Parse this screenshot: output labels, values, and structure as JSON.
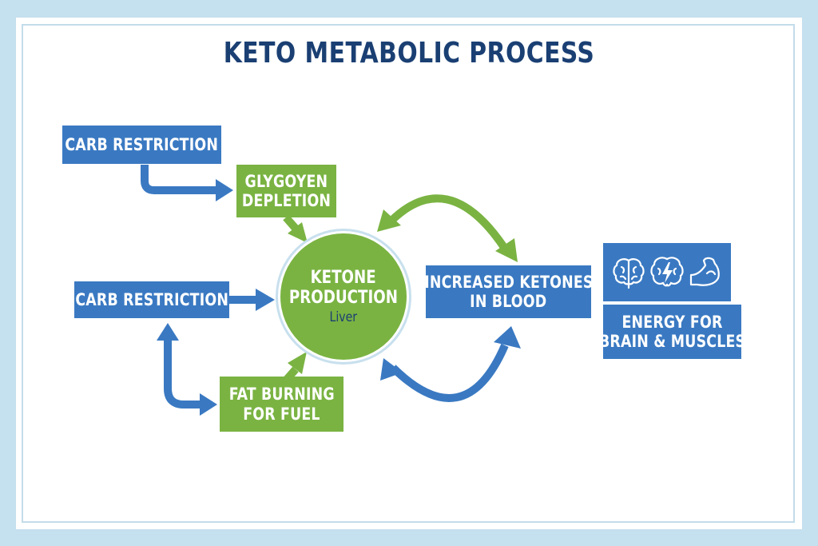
{
  "title": "KETO METABOLIC PROCESS",
  "nodes": {
    "carb_restriction_top": [
      "CARB RESTRICTION"
    ],
    "glycogen_depletion": [
      "GLYGOYEN",
      "DEPLETION"
    ],
    "carb_restriction_mid": [
      "CARB RESTRICTION"
    ],
    "ketone_production": [
      "KETONE",
      "PRODUCTION"
    ],
    "ketone_production_sub": "Liver",
    "fat_burning": [
      "FAT BURNING",
      "FOR FUEL"
    ],
    "increased_ketones": [
      "INCREASED KETONES",
      "IN BLOOD"
    ],
    "energy": [
      "ENERGY FOR",
      "BRAIN & MUSCLES"
    ]
  },
  "icons": [
    "brain-icon",
    "brain-lightning-icon",
    "flexed-arm-icon"
  ],
  "colors": {
    "blue": "#3a79c2",
    "green": "#7ab342",
    "title": "#1a3f73",
    "background": "#c5e0ee"
  }
}
